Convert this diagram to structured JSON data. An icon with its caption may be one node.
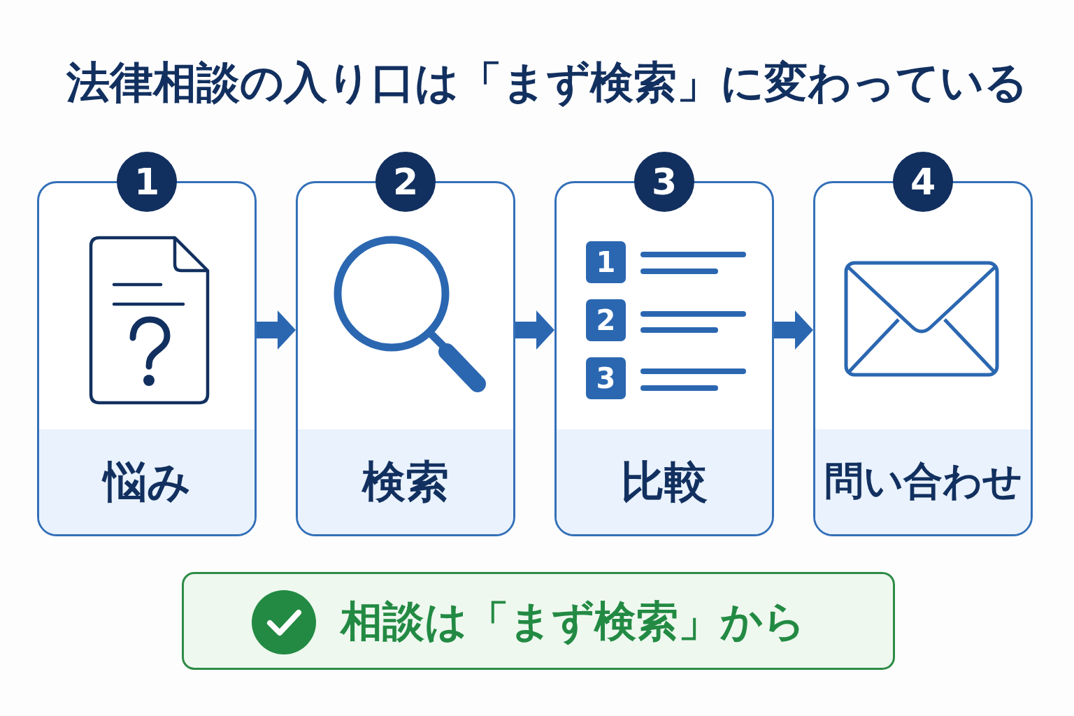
{
  "diagram": {
    "title": "法律相談の入り口は「まず検索」に変わっている",
    "nodes": [
      {
        "text": [
          "1",
          "悩み"
        ]
      },
      {
        "text": [
          "2",
          "検索"
        ]
      },
      {
        "text": [
          "3",
          "比較"
        ]
      },
      {
        "text": [
          "4",
          "問い合わせ"
        ]
      },
      {
        "text": [
          "相談は「まず検索」から"
        ]
      }
    ],
    "edges": [
      {
        "from": 0,
        "to": 1,
        "arrow": "to"
      },
      {
        "from": 1,
        "to": 2,
        "arrow": "to"
      },
      {
        "from": 2,
        "to": 3,
        "arrow": "to"
      }
    ],
    "labels": [
      "1",
      "2",
      "3"
    ]
  }
}
